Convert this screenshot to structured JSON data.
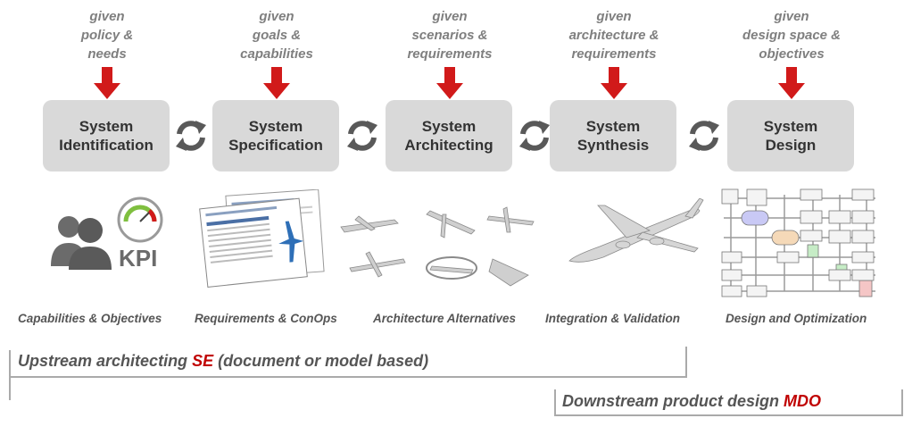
{
  "given_labels": [
    {
      "l1": "given",
      "l2": "policy &",
      "l3": "needs"
    },
    {
      "l1": "given",
      "l2": "goals &",
      "l3": "capabilities"
    },
    {
      "l1": "given",
      "l2": "scenarios &",
      "l3": "requirements"
    },
    {
      "l1": "given",
      "l2": "architecture &",
      "l3": "requirements"
    },
    {
      "l1": "given",
      "l2": "design space &",
      "l3": "objectives"
    }
  ],
  "stages": [
    {
      "l1": "System",
      "l2": "Identification"
    },
    {
      "l1": "System",
      "l2": "Specification"
    },
    {
      "l1": "System",
      "l2": "Architecting"
    },
    {
      "l1": "System",
      "l2": "Synthesis"
    },
    {
      "l1": "System",
      "l2": "Design"
    }
  ],
  "captions": [
    "Capabilities & Objectives",
    "Requirements & ConOps",
    "Architecture Alternatives",
    "Integration & Validation",
    "Design and Optimization"
  ],
  "kpi_text": "KPI",
  "upstream": {
    "prefix": "Upstream architecting ",
    "accent": "SE",
    "suffix": " (document or model based)"
  },
  "downstream": {
    "prefix": "Downstream product design ",
    "accent": "MDO"
  },
  "colors": {
    "arrow": "#d11a1a",
    "stage_fill": "#d9d9d9",
    "accent": "#c00000",
    "cycle_icon": "#595959"
  }
}
